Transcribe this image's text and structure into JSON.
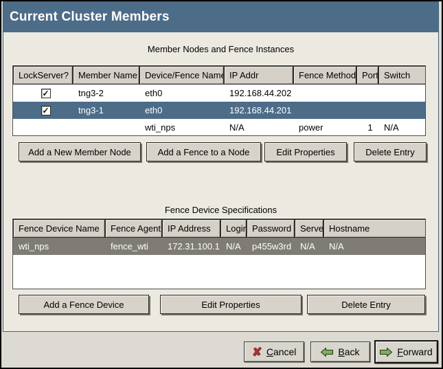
{
  "window": {
    "title": "Current Cluster Members"
  },
  "colors": {
    "accent_blue": "#4d6c88",
    "selected_row_blue": "#4d6c88",
    "selected_row_gray": "#7f7c76",
    "panel_background": "#ece9e1",
    "footer_background": "#dcdad2",
    "cancel_icon_red": "#a83434",
    "arrow_icon_green": "#7fae5f"
  },
  "icons": {
    "check": "✓",
    "cancel_x": "✘"
  },
  "members_section": {
    "caption": "Member Nodes and Fence Instances",
    "columns": [
      "LockServer?",
      "Member Name",
      "Device/Fence Name",
      "IP Addr",
      "Fence Method",
      "Port",
      "Switch"
    ],
    "rows": [
      {
        "lockserver_checked": true,
        "member_name": "tng3-2",
        "device_fence_name": "eth0",
        "ip_addr": "192.168.44.202",
        "fence_method": "",
        "port": "",
        "switch": "",
        "selected": false
      },
      {
        "lockserver_checked": true,
        "member_name": "tng3-1",
        "device_fence_name": "eth0",
        "ip_addr": "192.168.44.201",
        "fence_method": "",
        "port": "",
        "switch": "",
        "selected": true
      },
      {
        "lockserver_checked": false,
        "member_name": "",
        "device_fence_name": "wti_nps",
        "ip_addr": "N/A",
        "fence_method": "power",
        "port": "1",
        "switch": "N/A",
        "selected": false
      }
    ],
    "buttons": [
      "Add a New Member Node",
      "Add a Fence to a Node",
      "Edit Properties",
      "Delete Entry"
    ]
  },
  "fence_section": {
    "caption": "Fence Device Specifications",
    "columns": [
      "Fence Device Name",
      "Fence Agent",
      "IP Address",
      "Login",
      "Password",
      "Server",
      "Hostname"
    ],
    "rows": [
      {
        "fence_device_name": "wti_nps",
        "fence_agent": "fence_wti",
        "ip_address": "172.31.100.1",
        "login": "N/A",
        "password": "p455w3rd",
        "server": "N/A",
        "hostname": "N/A",
        "selected": true
      }
    ],
    "buttons": [
      "Add a Fence Device",
      "Edit Properties",
      "Delete Entry"
    ]
  },
  "footer": {
    "cancel": {
      "mnemonic": "C",
      "rest": "ancel"
    },
    "back": {
      "mnemonic": "B",
      "rest": "ack"
    },
    "forward": {
      "mnemonic": "F",
      "rest": "orward"
    }
  }
}
